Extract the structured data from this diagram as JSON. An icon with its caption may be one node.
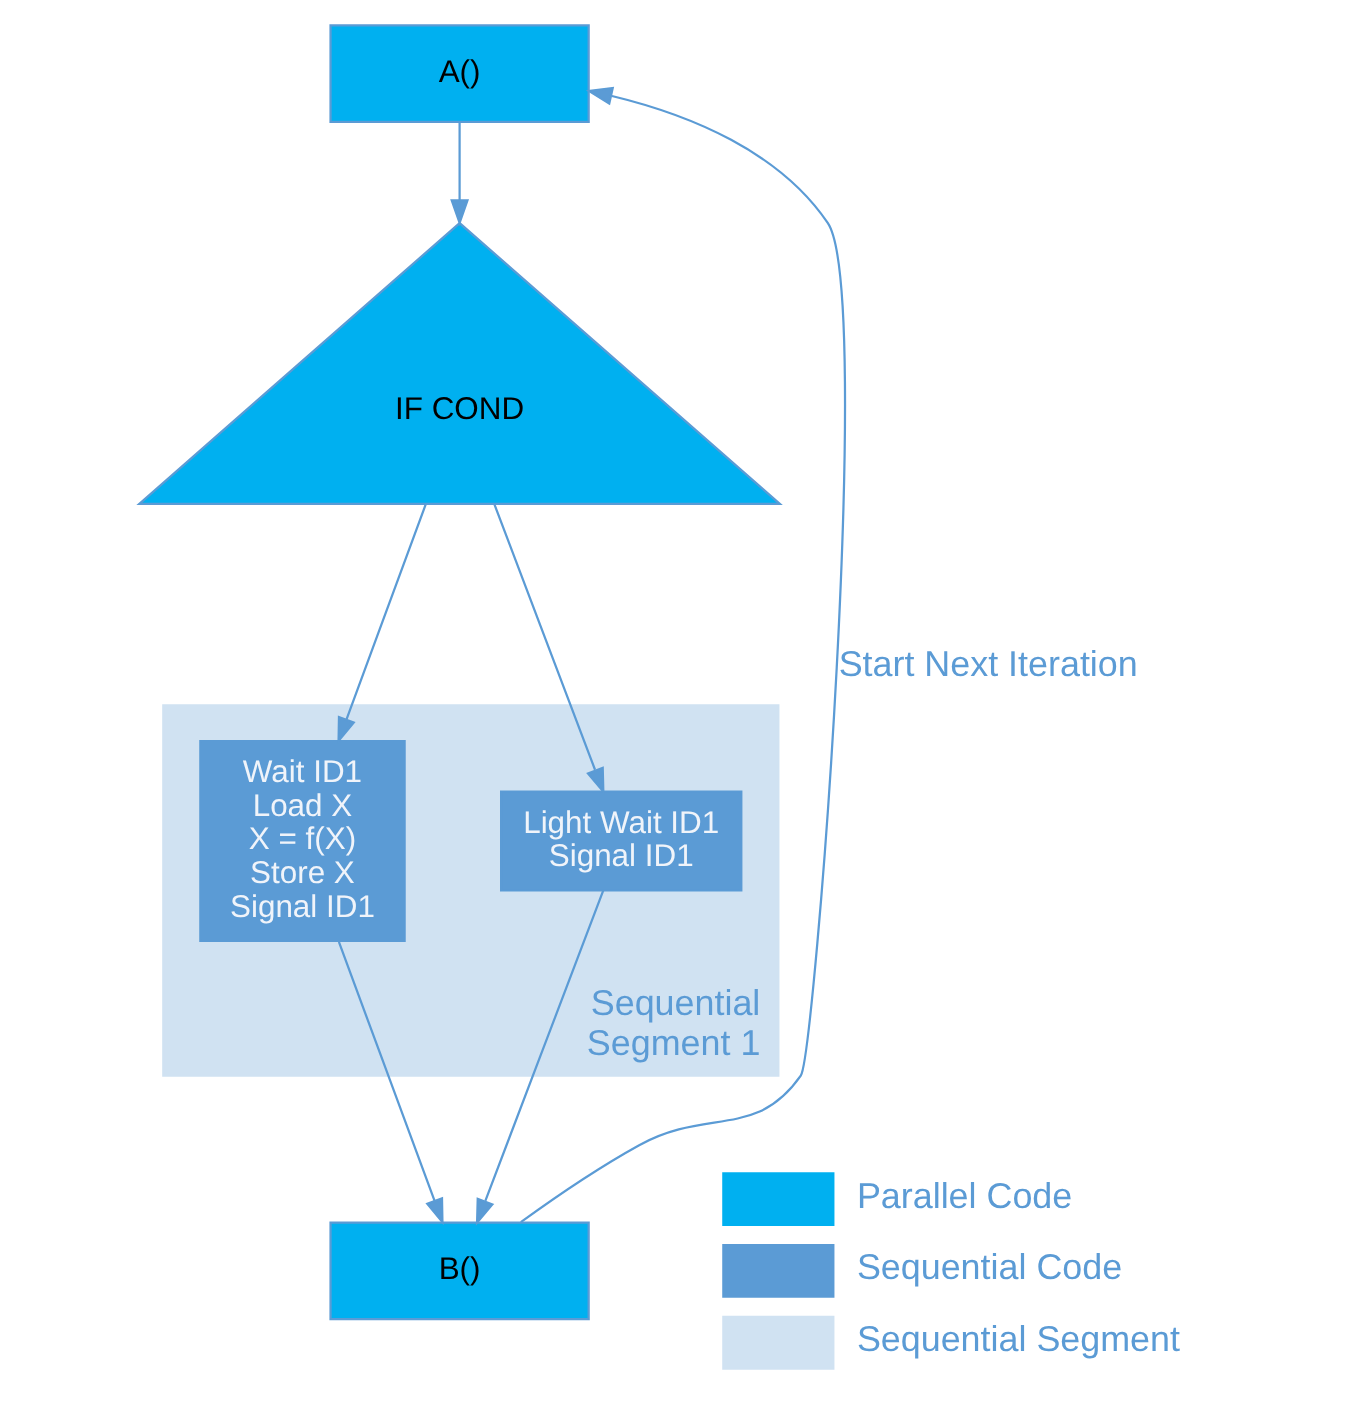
{
  "diagram": {
    "nodes": [
      {
        "text": [
          "A()"
        ]
      },
      {
        "text": [
          "IF COND"
        ]
      },
      {
        "text": [
          "Sequential Segment 1"
        ]
      },
      {
        "text": [
          "Wait ID1",
          "Load X",
          "X = f(X)",
          "Store X",
          "Signal ID1"
        ],
        "in": 2
      },
      {
        "text": [
          "Light Wait ID1",
          "Signal ID1"
        ],
        "in": 2
      },
      {
        "text": [
          "B()"
        ]
      }
    ],
    "edges": [
      {
        "from": 0,
        "to": 1,
        "arrow": "to"
      },
      {
        "from": 1,
        "to": 3,
        "arrow": "to"
      },
      {
        "from": 1,
        "to": 4,
        "arrow": "to"
      },
      {
        "from": 3,
        "to": 5,
        "arrow": "to"
      },
      {
        "from": 4,
        "to": 5,
        "arrow": "to"
      },
      {
        "from": 5,
        "to": 0,
        "arrow": "to",
        "label": "Start Next Iteration"
      }
    ],
    "legend": [
      {
        "text": "Parallel Code",
        "color": "#00b0f0"
      },
      {
        "text": "Sequential Code",
        "color": "#5b9bd5"
      },
      {
        "text": "Sequential Segment",
        "color": "#d0e2f2"
      }
    ]
  }
}
